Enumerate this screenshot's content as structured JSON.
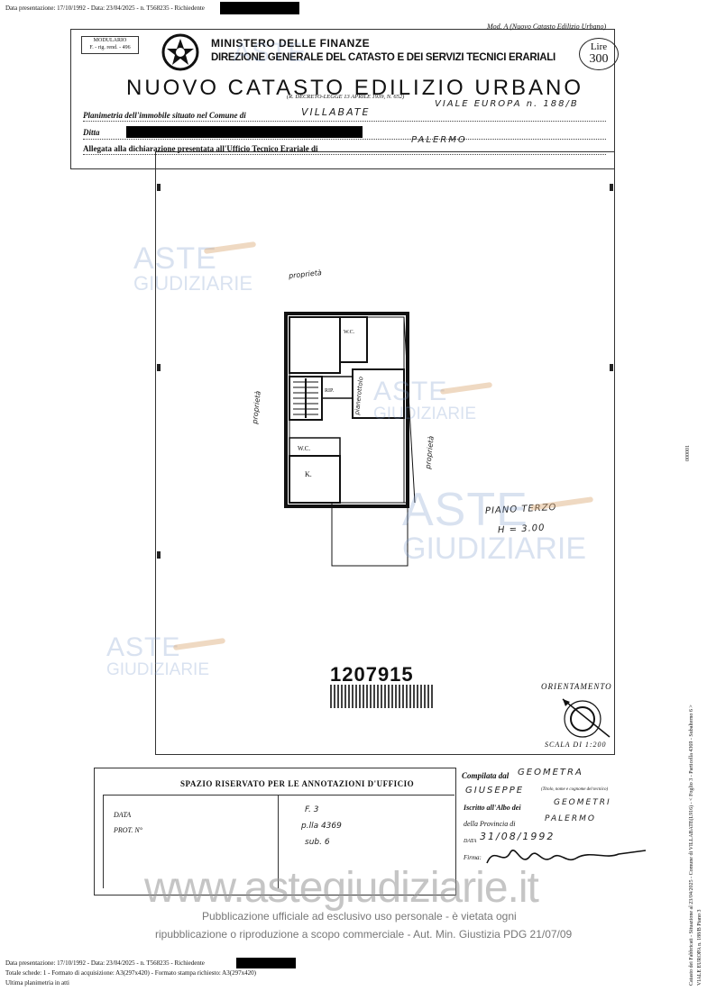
{
  "header_strip": {
    "meta_text": "Data presentazione: 17/10/1992 - Data: 23/04/2025 - n. T568235 - Richiedente"
  },
  "form": {
    "mod_label": "Mod. A (Nuovo Catasto Edilizio Urbano)",
    "modulario_label": "MODULARIO",
    "modulario_code": "F. - rig. rend. - 496",
    "ministry": "MINISTERO DELLE FINANZE",
    "directorate": "DIREZIONE GENERALE DEL CATASTO E DEI SERVIZI TECNICI ERARIALI",
    "title": "NUOVO CATASTO EDILIZIO URBANO",
    "decree": "(R. DECRETO-LEGGE 13 APRILE 1939, N. 652)",
    "lire_label": "Lire",
    "lire_value": "300",
    "planimetria_label": "Planimetria dell'immobile situato nel Comune di",
    "comune_value": "VILLABATE",
    "via_value": "VIALE EUROPA n. 188/B",
    "ditta_label": "Ditta",
    "allegata_label": "Allegata alla dichiarazione presentata all'Ufficio Tecnico Erariale di",
    "ufficio_value": "PALERMO"
  },
  "plan": {
    "label_proprieta_top": "proprietà",
    "label_proprieta_left": "proprietà",
    "label_proprieta_right": "proprietà",
    "label_pianerottolo": "pianerottolo",
    "room_wc1": "W.C.",
    "room_wc2": "W.C.",
    "room_rip": "RIP.",
    "room_k": "K.",
    "piano": "PIANO TERZO",
    "altezza": "H = 3.00",
    "serial": "1207915",
    "orientamento": "ORIENTAMENTO",
    "scala": "SCALA DI 1:200"
  },
  "office": {
    "title": "SPAZIO RISERVATO PER LE ANNOTAZIONI D'UFFICIO",
    "data_label": "DATA",
    "prot_label": "PROT. N°",
    "note1": "F. 3",
    "note2": "p.lla 4369",
    "note3": "sub. 6",
    "compilata_label": "Compilata dal",
    "compilata_value": "GEOMETRA",
    "nome_value": "GIUSEPPE",
    "nome_hint": "(Titolo, nome e cognome del tecnico)",
    "iscritto_label": "Iscritto all'Albo dei",
    "iscritto_value": "GEOMETRI",
    "provincia_label": "della Provincia di",
    "provincia_value": "PALERMO",
    "data2_label": "DATA",
    "data2_value": "31/08/1992",
    "firma_label": "Firma:"
  },
  "watermark": {
    "aste": "ASTE",
    "giudiziarie": "GIUDIZIARIE",
    "url": "www.astegiudiziarie.it",
    "disclaimer_line1": "Pubblicazione ufficiale ad esclusivo uso personale - è vietata ogni",
    "disclaimer_line2": "ripubblicazione o riproduzione a scopo commerciale - Aut. Min. Giustizia PDG 21/07/09"
  },
  "footer": {
    "line1": "Data presentazione: 17/10/1992 - Data: 23/04/2025 - n. T568235 - Richiedente",
    "line2": "Totale schede: 1 - Formato di acquisizione: A3(297x420) - Formato stampa richiesto: A3(297x420)",
    "line3": "Ultima planimetria in atti"
  },
  "side_text": {
    "right_margin": "Catasto dei Fabbricati - Situazione al 23/04/2025 - Comune di VILLABATE(L916) - < Foglio 3 - Particella 4369 - Subalterno 6 >",
    "right_margin2": "VIALE EUROPA n. 188/B Piano 3",
    "right_small": "000001"
  }
}
